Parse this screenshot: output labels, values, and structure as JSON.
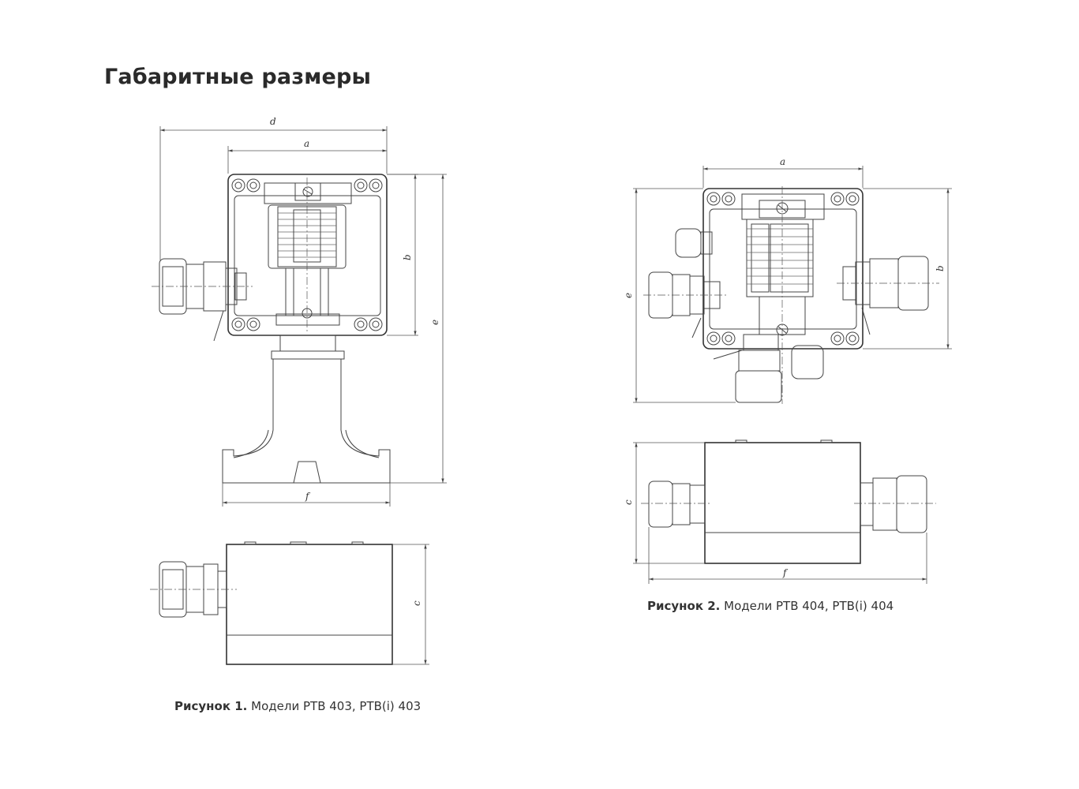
{
  "page": {
    "title": "Габаритные размеры"
  },
  "figure1": {
    "caption_prefix": "Рисунок 1.",
    "caption_text": " Модели РТВ 403, РТВ(i) 403",
    "dimensions": {
      "d": "d",
      "a": "a",
      "b": "b",
      "e": "e",
      "f": "f",
      "c": "c"
    }
  },
  "figure2": {
    "caption_prefix": "Рисунок 2.",
    "caption_text": " Модели РТВ 404, РТВ(i) 404",
    "dimensions": {
      "a": "a",
      "b": "b",
      "e": "e",
      "f": "f",
      "c": "c"
    }
  }
}
